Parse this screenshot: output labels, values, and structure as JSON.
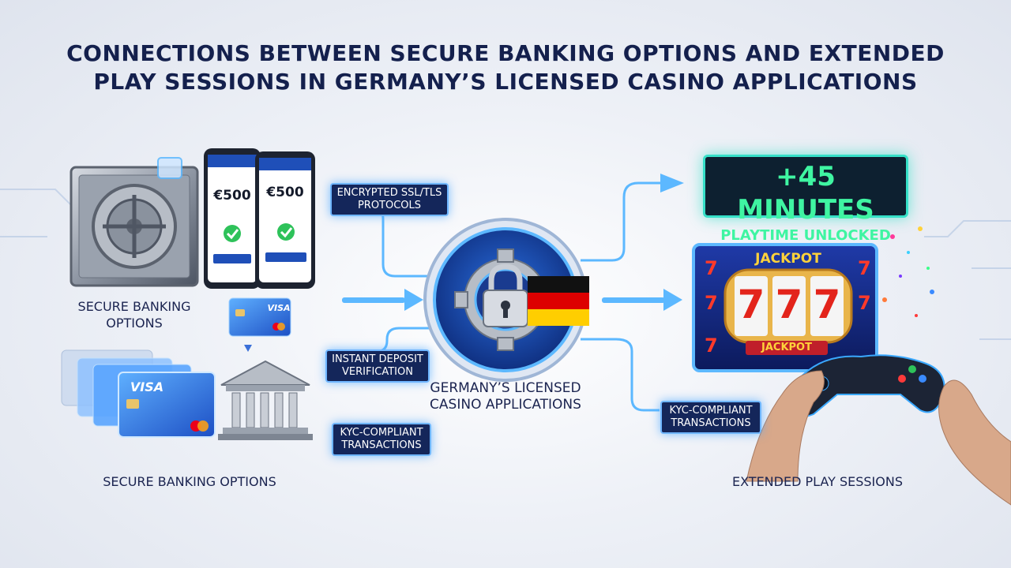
{
  "title": {
    "line1": "CONNECTIONS BETWEEN SECURE BANKING OPTIONS AND EXTENDED",
    "line2": "PLAY SESSIONS IN GERMANY’S LICENSED CASINO APPLICATIONS"
  },
  "left": {
    "vault_label_line1": "SECURE BANKING",
    "vault_label_line2": "OPTIONS",
    "bottom_label": "SECURE BANKING OPTIONS",
    "phone_amount": "€500",
    "phone_amount_2": "€500",
    "card_brand": "VISA"
  },
  "tags": {
    "ssl_line1": "ENCRYPTED SSL/TLS",
    "ssl_line2": "PROTOCOLS",
    "deposit_line1": "INSTANT DEPOSIT",
    "deposit_line2": "VERIFICATION",
    "kyc_left_line1": "KYC-COMPLIANT",
    "kyc_left_line2": "TRANSACTIONS",
    "kyc_right_line1": "KYC-COMPLIANT",
    "kyc_right_line2": "TRANSACTIONS"
  },
  "center": {
    "label_line1": "GERMANY’S LICENSED",
    "label_line2": "CASINO APPLICATIONS"
  },
  "right": {
    "banner_line1": "+45 MINUTES",
    "banner_line2": "PLAYTIME UNLOCKED",
    "slot_top": "JACKPOT",
    "slot_bottom": "JACKPOT",
    "reel_1": "7",
    "reel_2": "7",
    "reel_3": "7",
    "bottom_label": "EXTENDED PLAY SESSIONS"
  },
  "colors": {
    "title": "#14204d",
    "accent_blue": "#3aa8ff",
    "banner_text": "#3ff5a2",
    "tag_bg": "#14265a"
  }
}
